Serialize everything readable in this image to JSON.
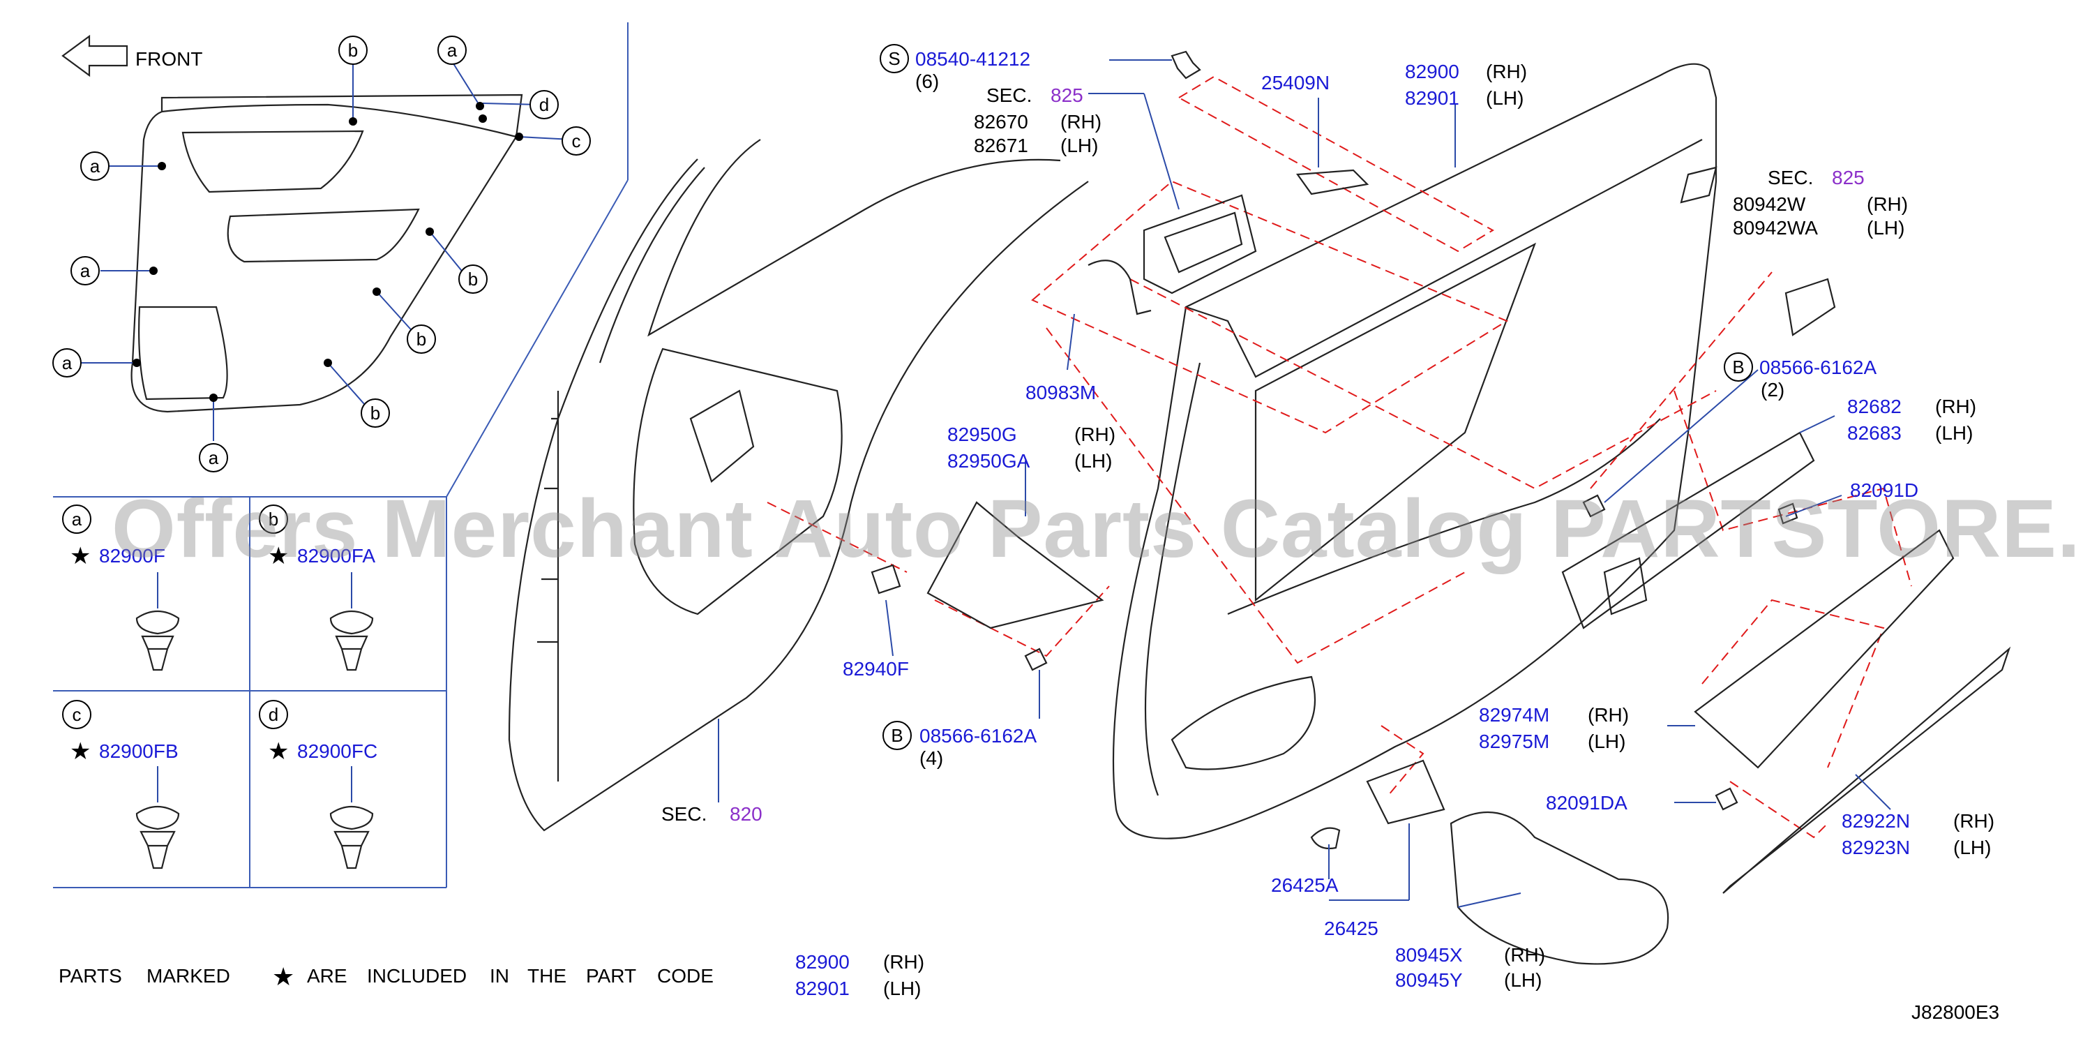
{
  "front_label": "FRONT",
  "marker_a": "a",
  "marker_b": "b",
  "marker_c": "c",
  "marker_d": "d",
  "clip_table": {
    "a": {
      "letter": "a",
      "part": "82900F"
    },
    "b": {
      "letter": "b",
      "part": "82900FA"
    },
    "c": {
      "letter": "c",
      "part": "82900FB"
    },
    "d": {
      "letter": "d",
      "part": "82900FC"
    },
    "star": "★"
  },
  "footer_note": {
    "words": [
      "PARTS",
      "MARKED",
      "★",
      "ARE",
      "INCLUDED",
      "IN",
      "THE",
      "PART",
      "CODE"
    ]
  },
  "sec_word": "SEC.",
  "sec_825": "825",
  "sec_820": "820",
  "rh": "(RH)",
  "lh": "(LH)",
  "callouts": {
    "bolt_s": {
      "circle": "S",
      "part": "08540-41212",
      "qty": "(6)"
    },
    "handle": {
      "rh": "82670",
      "lh": "82671"
    },
    "p25409N": "25409N",
    "trim_top": {
      "rh": "82900",
      "lh": "82901"
    },
    "trim_bottom": {
      "rh": "82900",
      "lh": "82901"
    },
    "p80942": {
      "rh": "80942W",
      "lh": "80942WA"
    },
    "p80983M": "80983M",
    "bolt_b_right": {
      "circle": "B",
      "part": "08566-6162A",
      "qty": "(2)"
    },
    "p82682": {
      "rh": "82682",
      "lh": "82683"
    },
    "p82091D": "82091D",
    "p82950": {
      "rh": "82950G",
      "lh": "82950GA"
    },
    "p82940F": "82940F",
    "bolt_b_left": {
      "circle": "B",
      "part": "08566-6162A",
      "qty": "(4)"
    },
    "p82974": {
      "rh": "82974M",
      "lh": "82975M"
    },
    "p82091DA": "82091DA",
    "p82922": {
      "rh": "82922N",
      "lh": "82923N"
    },
    "p26425A": "26425A",
    "p26425": "26425",
    "p80945": {
      "rh": "80945X",
      "lh": "80945Y"
    }
  },
  "diagram_code": "J82800E3",
  "watermark": "Offers Merchant Auto Parts Catalog PARTSTORE.SA",
  "colors": {
    "part_number": "#1a1ad6",
    "section_ref": "#8b2fc9",
    "exploded_dash": "#e01a1a",
    "leader": "#2b4aa8"
  }
}
